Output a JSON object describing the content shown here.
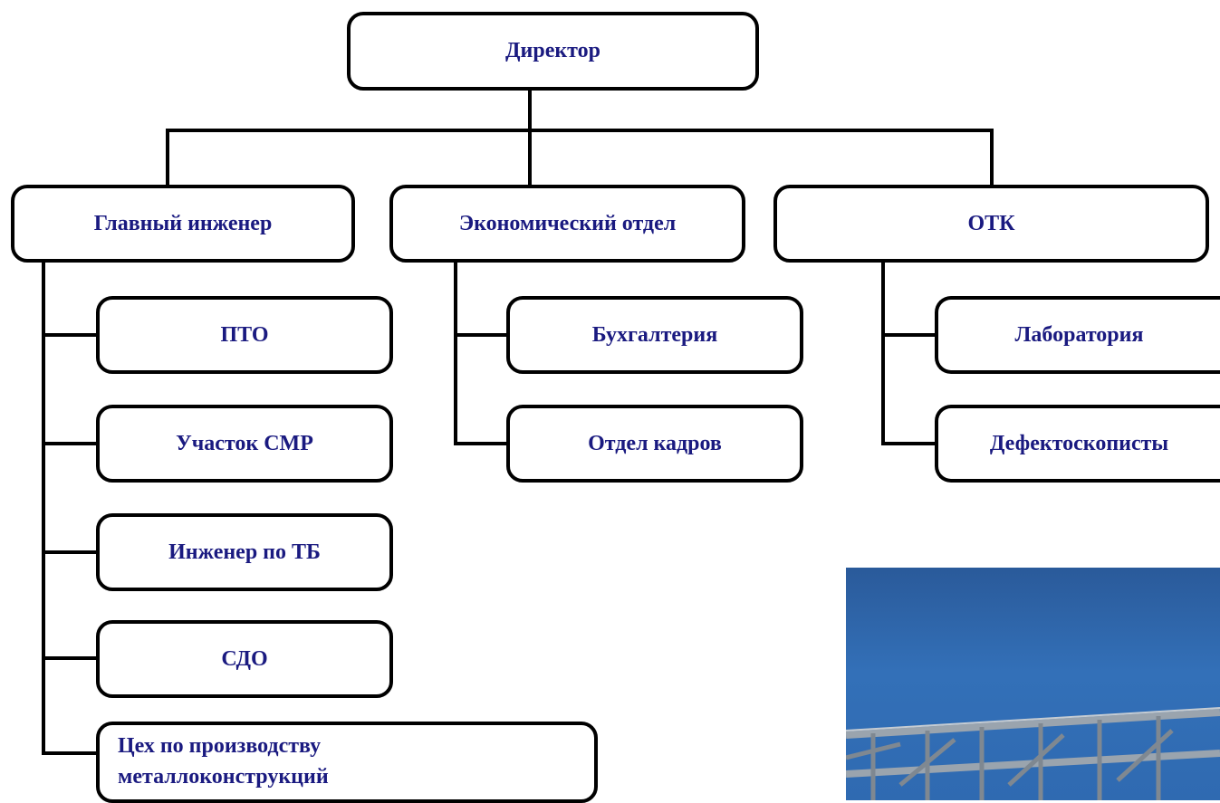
{
  "org_chart": {
    "director": "Директор",
    "chief_engineer": {
      "label": "Главный инженер",
      "children": [
        "ПТО",
        "Участок СМР",
        "Инженер по ТБ",
        "СДО",
        "Цех по производству металлоконструкций"
      ]
    },
    "economic_department": {
      "label": "Экономический отдел",
      "children": [
        "Бухгалтерия",
        "Отдел кадров"
      ]
    },
    "otk": {
      "label": "ОТК",
      "children": [
        "Лаборатория",
        "Дефектоскописты"
      ]
    }
  },
  "colors": {
    "text": "#1a1a80",
    "border": "#000000",
    "photo_sky": "#2f6ab1"
  }
}
